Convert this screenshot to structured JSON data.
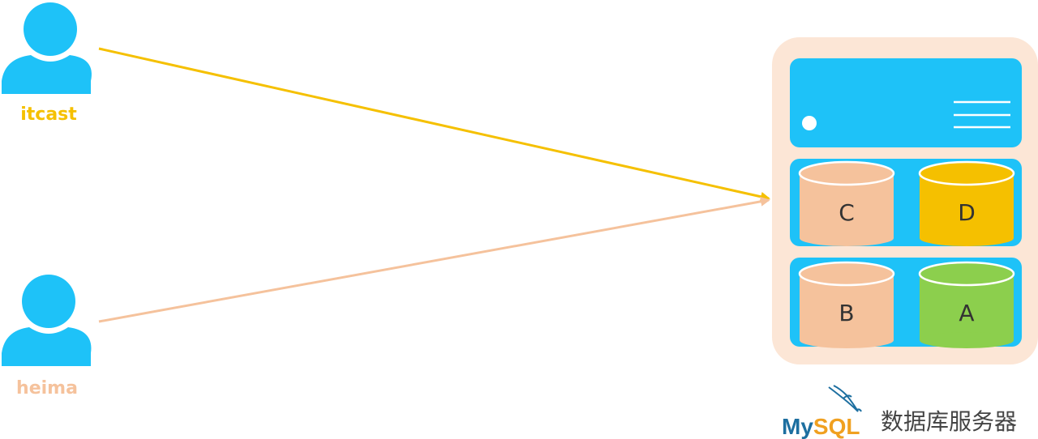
{
  "users": [
    {
      "name": "itcast",
      "color": "#f5c000"
    },
    {
      "name": "heima",
      "color": "#f5c29c"
    }
  ],
  "server": {
    "caption": "数据库服务器",
    "logo": {
      "my": "My",
      "sql": "SQL",
      "my_color": "#1d6fa0",
      "sql_color": "#f0a020",
      "icon": "dolphin-icon"
    },
    "panel_color": "#fce6d6",
    "unit_color": "#1ec2f8",
    "databases": [
      {
        "label": "C",
        "color": "#f5c29c"
      },
      {
        "label": "D",
        "color": "#f5c000"
      },
      {
        "label": "B",
        "color": "#f5c29c"
      },
      {
        "label": "A",
        "color": "#8ccf4d"
      }
    ]
  },
  "person_icon_color": "#1ec2f8"
}
